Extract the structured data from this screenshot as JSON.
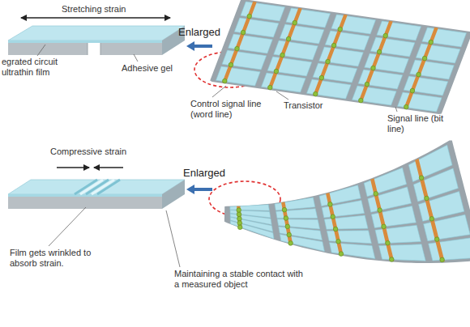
{
  "diagram": {
    "labels": [
      "Stretching strain",
      "Enlarged",
      "egrated circuit ultrathin film",
      "Adhesive gel",
      "Control signal line (word line)",
      "Transistor",
      "Signal line (bit line)",
      "Compressive strain",
      "Enlarged",
      "Film gets wrinkled to absorb strain.",
      "Maintaining a stable contact with a measured object"
    ]
  }
}
